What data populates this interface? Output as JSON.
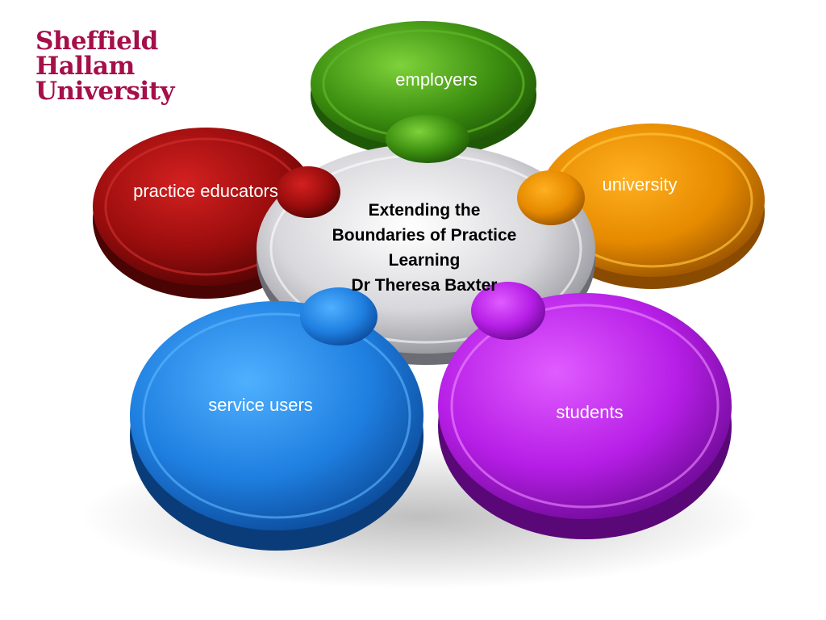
{
  "logo": {
    "line1": "Sheffield",
    "line2": "Hallam",
    "line3": "University"
  },
  "center": {
    "line1": "Extending the",
    "line2": "Boundaries of Practice",
    "line3": "Learning",
    "line4": "Dr Theresa Baxter"
  },
  "petals": {
    "employers": "employers",
    "university": "university",
    "practice_educators": "practice educators",
    "service_users": "service users",
    "students": "students"
  },
  "colors": {
    "brand": "#a50f4a",
    "employers": "#3c8f10",
    "university": "#e68a00",
    "practice_educators": "#9a0d0d",
    "service_users": "#1f7fe0",
    "students": "#b61ee6",
    "center": "#d8d8dc"
  }
}
